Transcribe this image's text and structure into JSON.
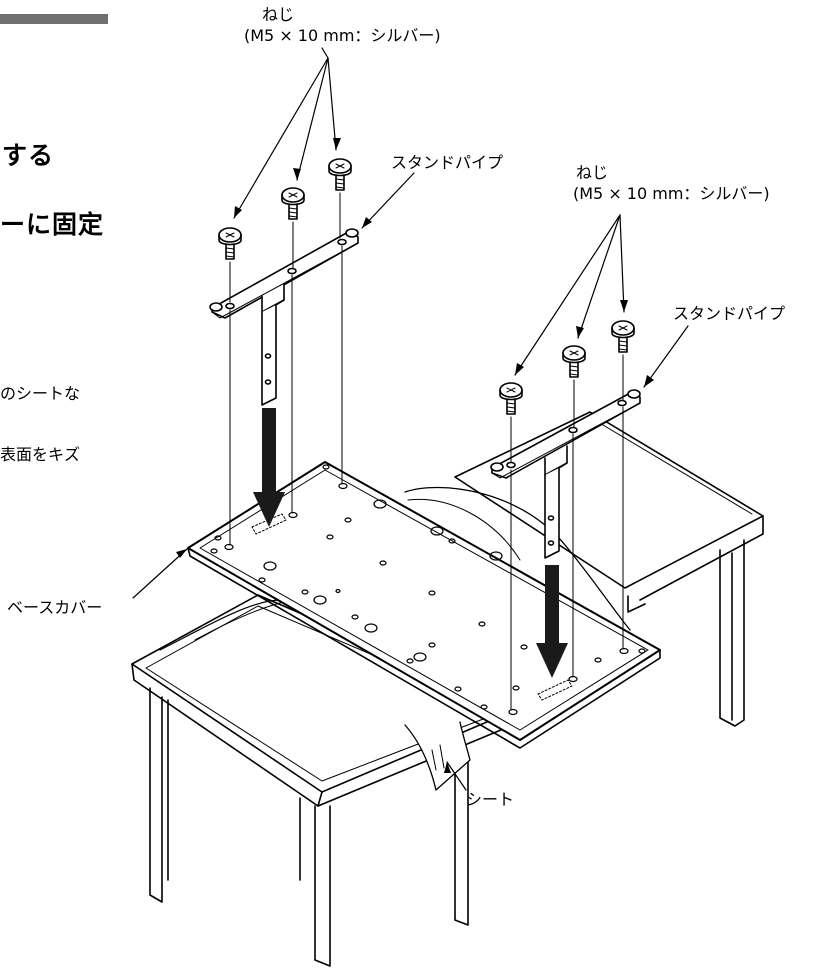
{
  "heading": {
    "line1": "する",
    "line2": "ーに固定"
  },
  "body_text": {
    "line1": "のシートな",
    "line2": "表面をキズ"
  },
  "labels": {
    "screw_left_line1": "ねじ",
    "screw_left_line2": "(M5 × 10 mm：シルバー)",
    "pipe_left": "スタンドパイプ",
    "screw_right_line1": "ねじ",
    "screw_right_line2": "(M5 × 10 mm：シルバー)",
    "pipe_right": "スタンドパイプ",
    "base_cover": "ベースカバー",
    "sheet": "シート"
  },
  "colors": {
    "line": "#000000",
    "header_bar": "#6f6f6f",
    "arrow_fill": "#1a1a1a"
  }
}
